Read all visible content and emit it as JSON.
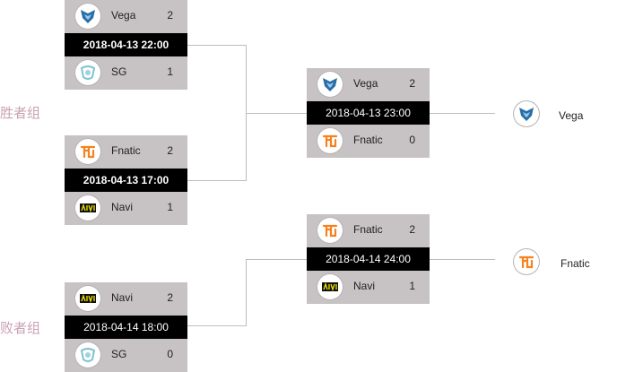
{
  "groups": {
    "winners_label": "胜者组",
    "losers_label": "败者组"
  },
  "matches": [
    {
      "id": "wb1",
      "date": "2018-04-13 22:00",
      "team1": {
        "name": "Vega",
        "score": "2",
        "icon": "vega-logo-icon"
      },
      "team2": {
        "name": "SG",
        "score": "1",
        "icon": "sg-logo-icon"
      }
    },
    {
      "id": "wb2",
      "date": "2018-04-13 17:00",
      "team1": {
        "name": "Fnatic",
        "score": "2",
        "icon": "fnatic-logo-icon"
      },
      "team2": {
        "name": "Navi",
        "score": "1",
        "icon": "navi-logo-icon"
      }
    },
    {
      "id": "wbf",
      "date": "2018-04-13 23:00",
      "team1": {
        "name": "Vega",
        "score": "2",
        "icon": "vega-logo-icon"
      },
      "team2": {
        "name": "Fnatic",
        "score": "0",
        "icon": "fnatic-logo-icon"
      }
    },
    {
      "id": "lb1",
      "date": "2018-04-14 18:00",
      "team1": {
        "name": "Navi",
        "score": "2",
        "icon": "navi-logo-icon"
      },
      "team2": {
        "name": "SG",
        "score": "0",
        "icon": "sg-logo-icon"
      }
    },
    {
      "id": "lbf",
      "date": "2018-04-14 24:00",
      "team1": {
        "name": "Fnatic",
        "score": "2",
        "icon": "fnatic-logo-icon"
      },
      "team2": {
        "name": "Navi",
        "score": "1",
        "icon": "navi-logo-icon"
      }
    }
  ],
  "winners": [
    {
      "name": "Vega",
      "icon": "vega-logo-icon"
    },
    {
      "name": "Fnatic",
      "icon": "fnatic-logo-icon"
    }
  ],
  "colors": {
    "card_bg": "#c7c2c3",
    "date_bar": "#000000",
    "group_label": "#c8a2b4",
    "connector": "#bdbdbd",
    "fnatic": "#f5821f",
    "vega": "#2a6ea8",
    "sg": "#9fd3dc",
    "navi": "#f4e400"
  }
}
